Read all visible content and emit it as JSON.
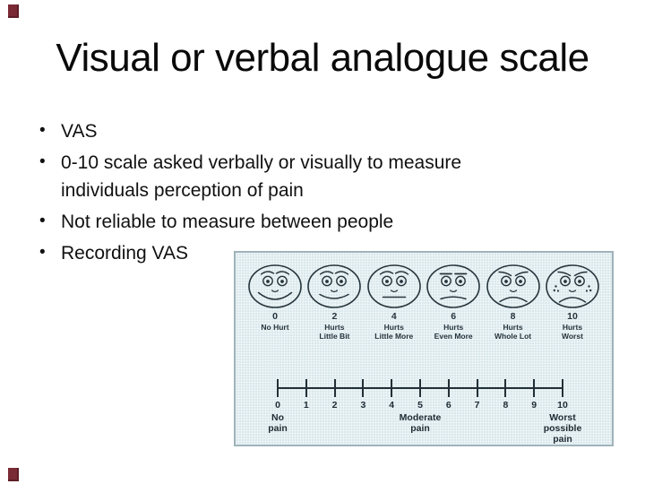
{
  "slide": {
    "title": "Visual or verbal analogue scale",
    "bullets": [
      "VAS",
      "0-10 scale asked verbally or visually to measure individuals perception of pain",
      "Not reliable to measure between people",
      "Recording VAS"
    ],
    "accent_color": "#7a2a35"
  },
  "pain_scale": {
    "panel_bg": "#d9e8ec",
    "faces": [
      {
        "value": "0",
        "label": "No Hurt",
        "expression": "smile-big"
      },
      {
        "value": "2",
        "label": "Hurts\nLittle Bit",
        "expression": "smile"
      },
      {
        "value": "4",
        "label": "Hurts\nLittle More",
        "expression": "neutral"
      },
      {
        "value": "6",
        "label": "Hurts\nEven More",
        "expression": "frown-slight"
      },
      {
        "value": "8",
        "label": "Hurts\nWhole Lot",
        "expression": "frown"
      },
      {
        "value": "10",
        "label": "Hurts\nWorst",
        "expression": "cry"
      }
    ],
    "ruler": {
      "ticks": [
        "0",
        "1",
        "2",
        "3",
        "4",
        "5",
        "6",
        "7",
        "8",
        "9",
        "10"
      ],
      "anchors": [
        {
          "tick": 0,
          "label": "No\npain"
        },
        {
          "tick": 5,
          "label": "Moderate\npain"
        },
        {
          "tick": 10,
          "label": "Worst\npossible\npain"
        }
      ]
    }
  }
}
